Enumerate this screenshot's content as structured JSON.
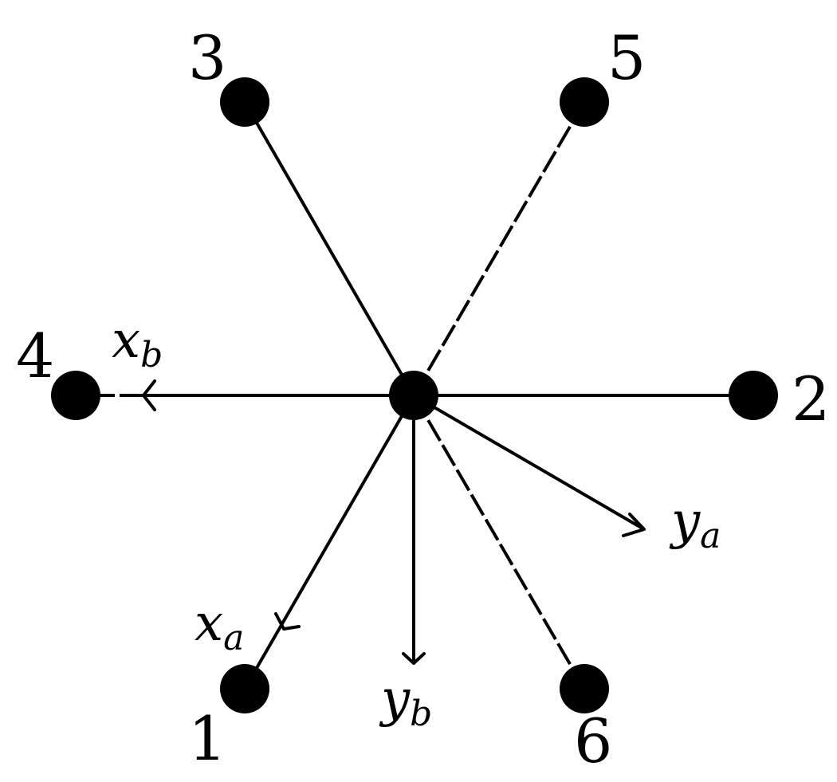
{
  "diagram": {
    "center": {
      "name": "center-node"
    },
    "nodes": [
      {
        "id": "1",
        "label": "1"
      },
      {
        "id": "2",
        "label": "2"
      },
      {
        "id": "3",
        "label": "3"
      },
      {
        "id": "4",
        "label": "4"
      },
      {
        "id": "5",
        "label": "5"
      },
      {
        "id": "6",
        "label": "6"
      }
    ],
    "edges": [
      {
        "to": "1",
        "style": "solid"
      },
      {
        "to": "2",
        "style": "solid"
      },
      {
        "to": "3",
        "style": "solid"
      },
      {
        "to": "4",
        "style": "solid"
      },
      {
        "to": "5",
        "style": "dashed"
      },
      {
        "to": "6",
        "style": "dashed"
      }
    ],
    "axes": {
      "xa": {
        "base": "x",
        "sub": "a"
      },
      "ya": {
        "base": "y",
        "sub": "a"
      },
      "xb": {
        "base": "x",
        "sub": "b"
      },
      "yb": {
        "base": "y",
        "sub": "b"
      }
    }
  }
}
